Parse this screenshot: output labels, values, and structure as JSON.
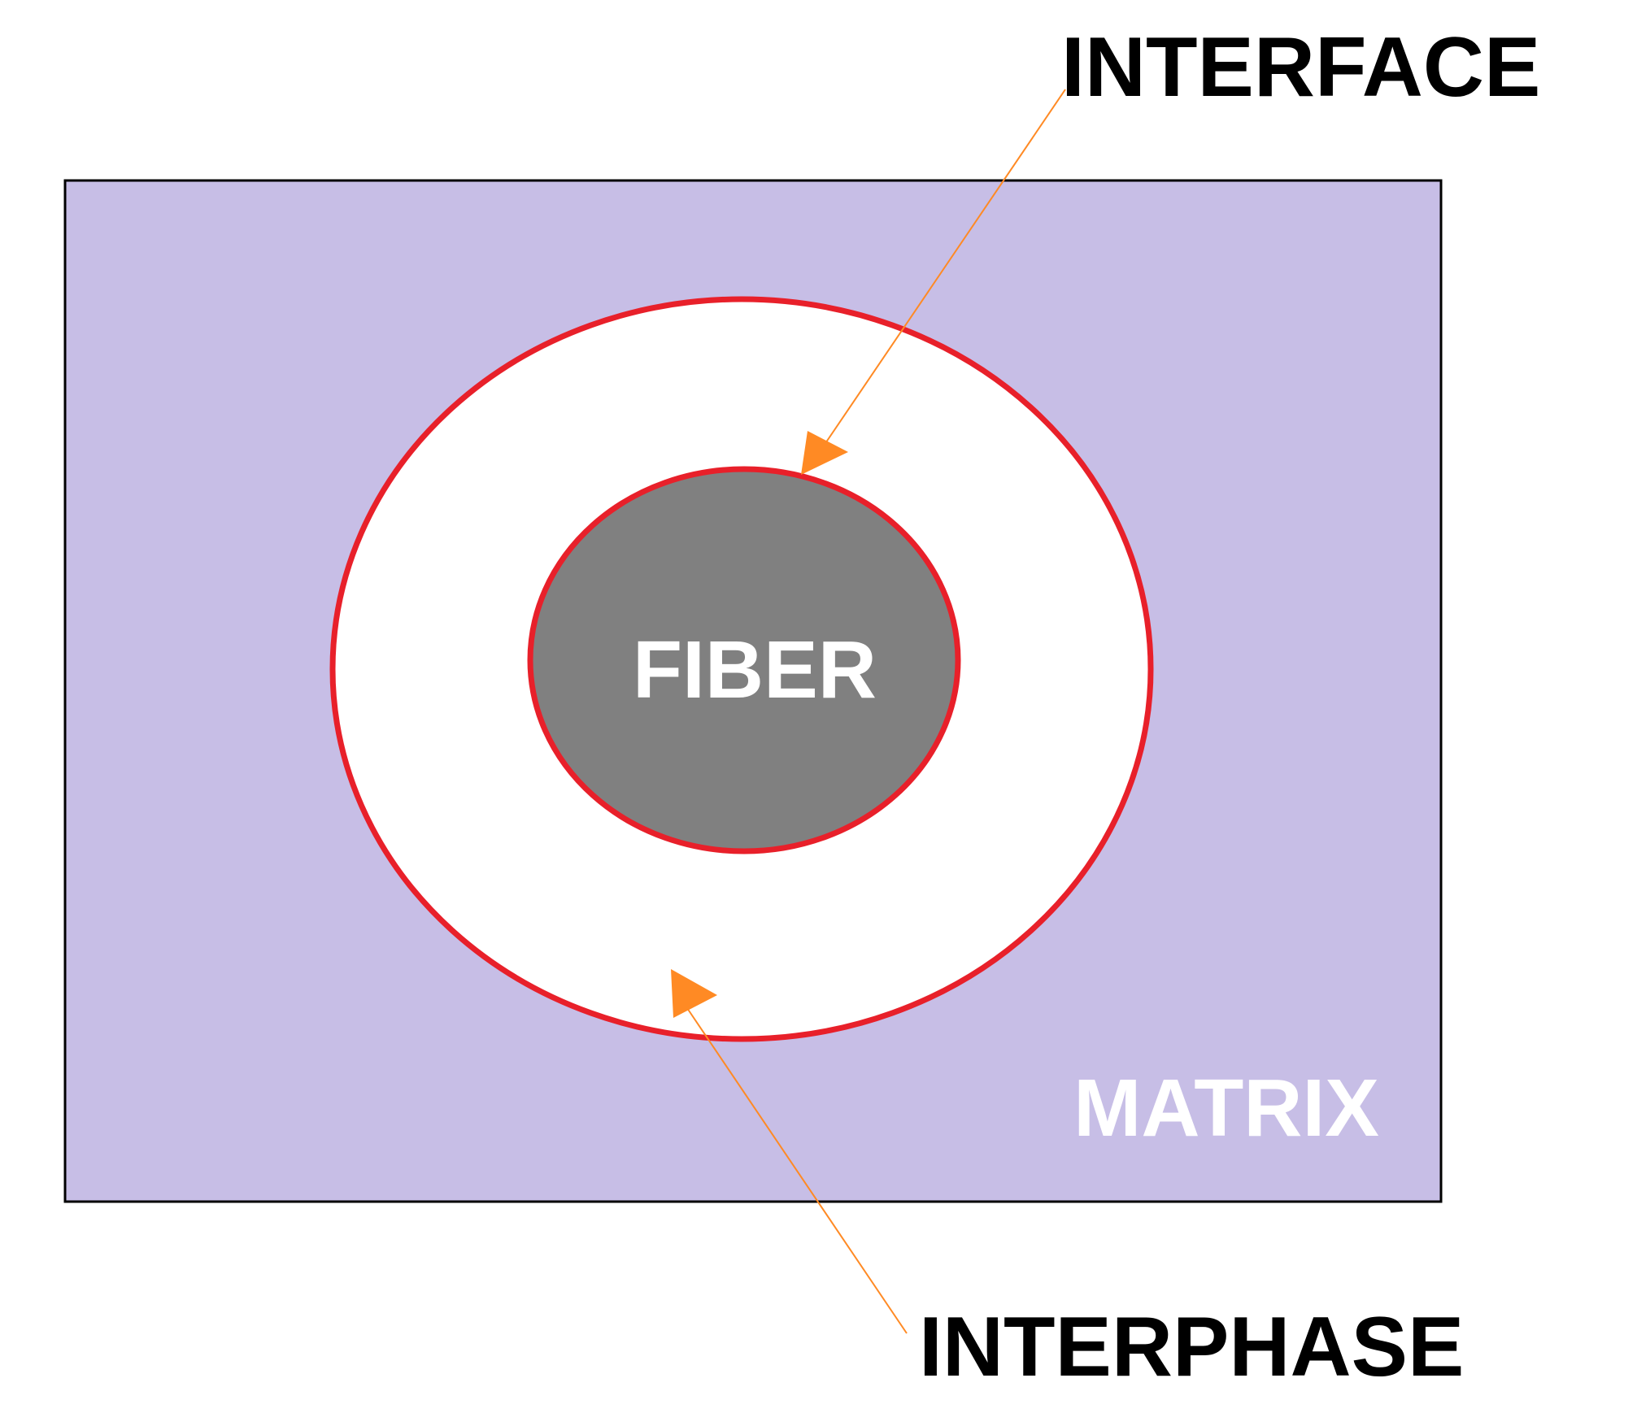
{
  "diagram": {
    "labels": {
      "interface": "INTERFACE",
      "interphase": "INTERPHASE",
      "fiber": "FIBER",
      "matrix": "MATRIX"
    },
    "colors": {
      "matrix_fill": "#c7bee6",
      "matrix_border": "#000000",
      "interphase_fill": "#ffffff",
      "fiber_fill": "#808080",
      "ring_stroke": "#e8202a",
      "arrow": "#ff8a24",
      "label_dark": "#000000",
      "label_light": "#ffffff"
    }
  }
}
